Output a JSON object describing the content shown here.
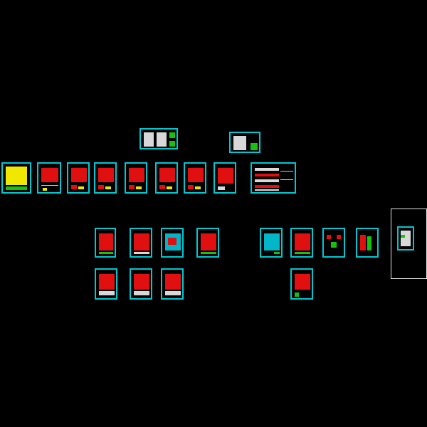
{
  "canvas": {
    "background": "#000000"
  },
  "colors": {
    "border": "#00c8d2",
    "plan": "#e01010",
    "accent": "#f0e800",
    "green": "#18c010"
  },
  "sheets": [
    {
      "id": "legend-sheet-top-1"
    },
    {
      "id": "legend-sheet-top-2"
    },
    {
      "id": "row1-sheet-1"
    },
    {
      "id": "row1-sheet-2"
    },
    {
      "id": "row1-sheet-3"
    },
    {
      "id": "row1-sheet-4"
    },
    {
      "id": "row1-sheet-5"
    },
    {
      "id": "row1-sheet-6"
    },
    {
      "id": "row1-sheet-7"
    },
    {
      "id": "row1-sheet-8"
    },
    {
      "id": "row1-sheet-9"
    },
    {
      "id": "row1-table-sheet"
    }
  ]
}
